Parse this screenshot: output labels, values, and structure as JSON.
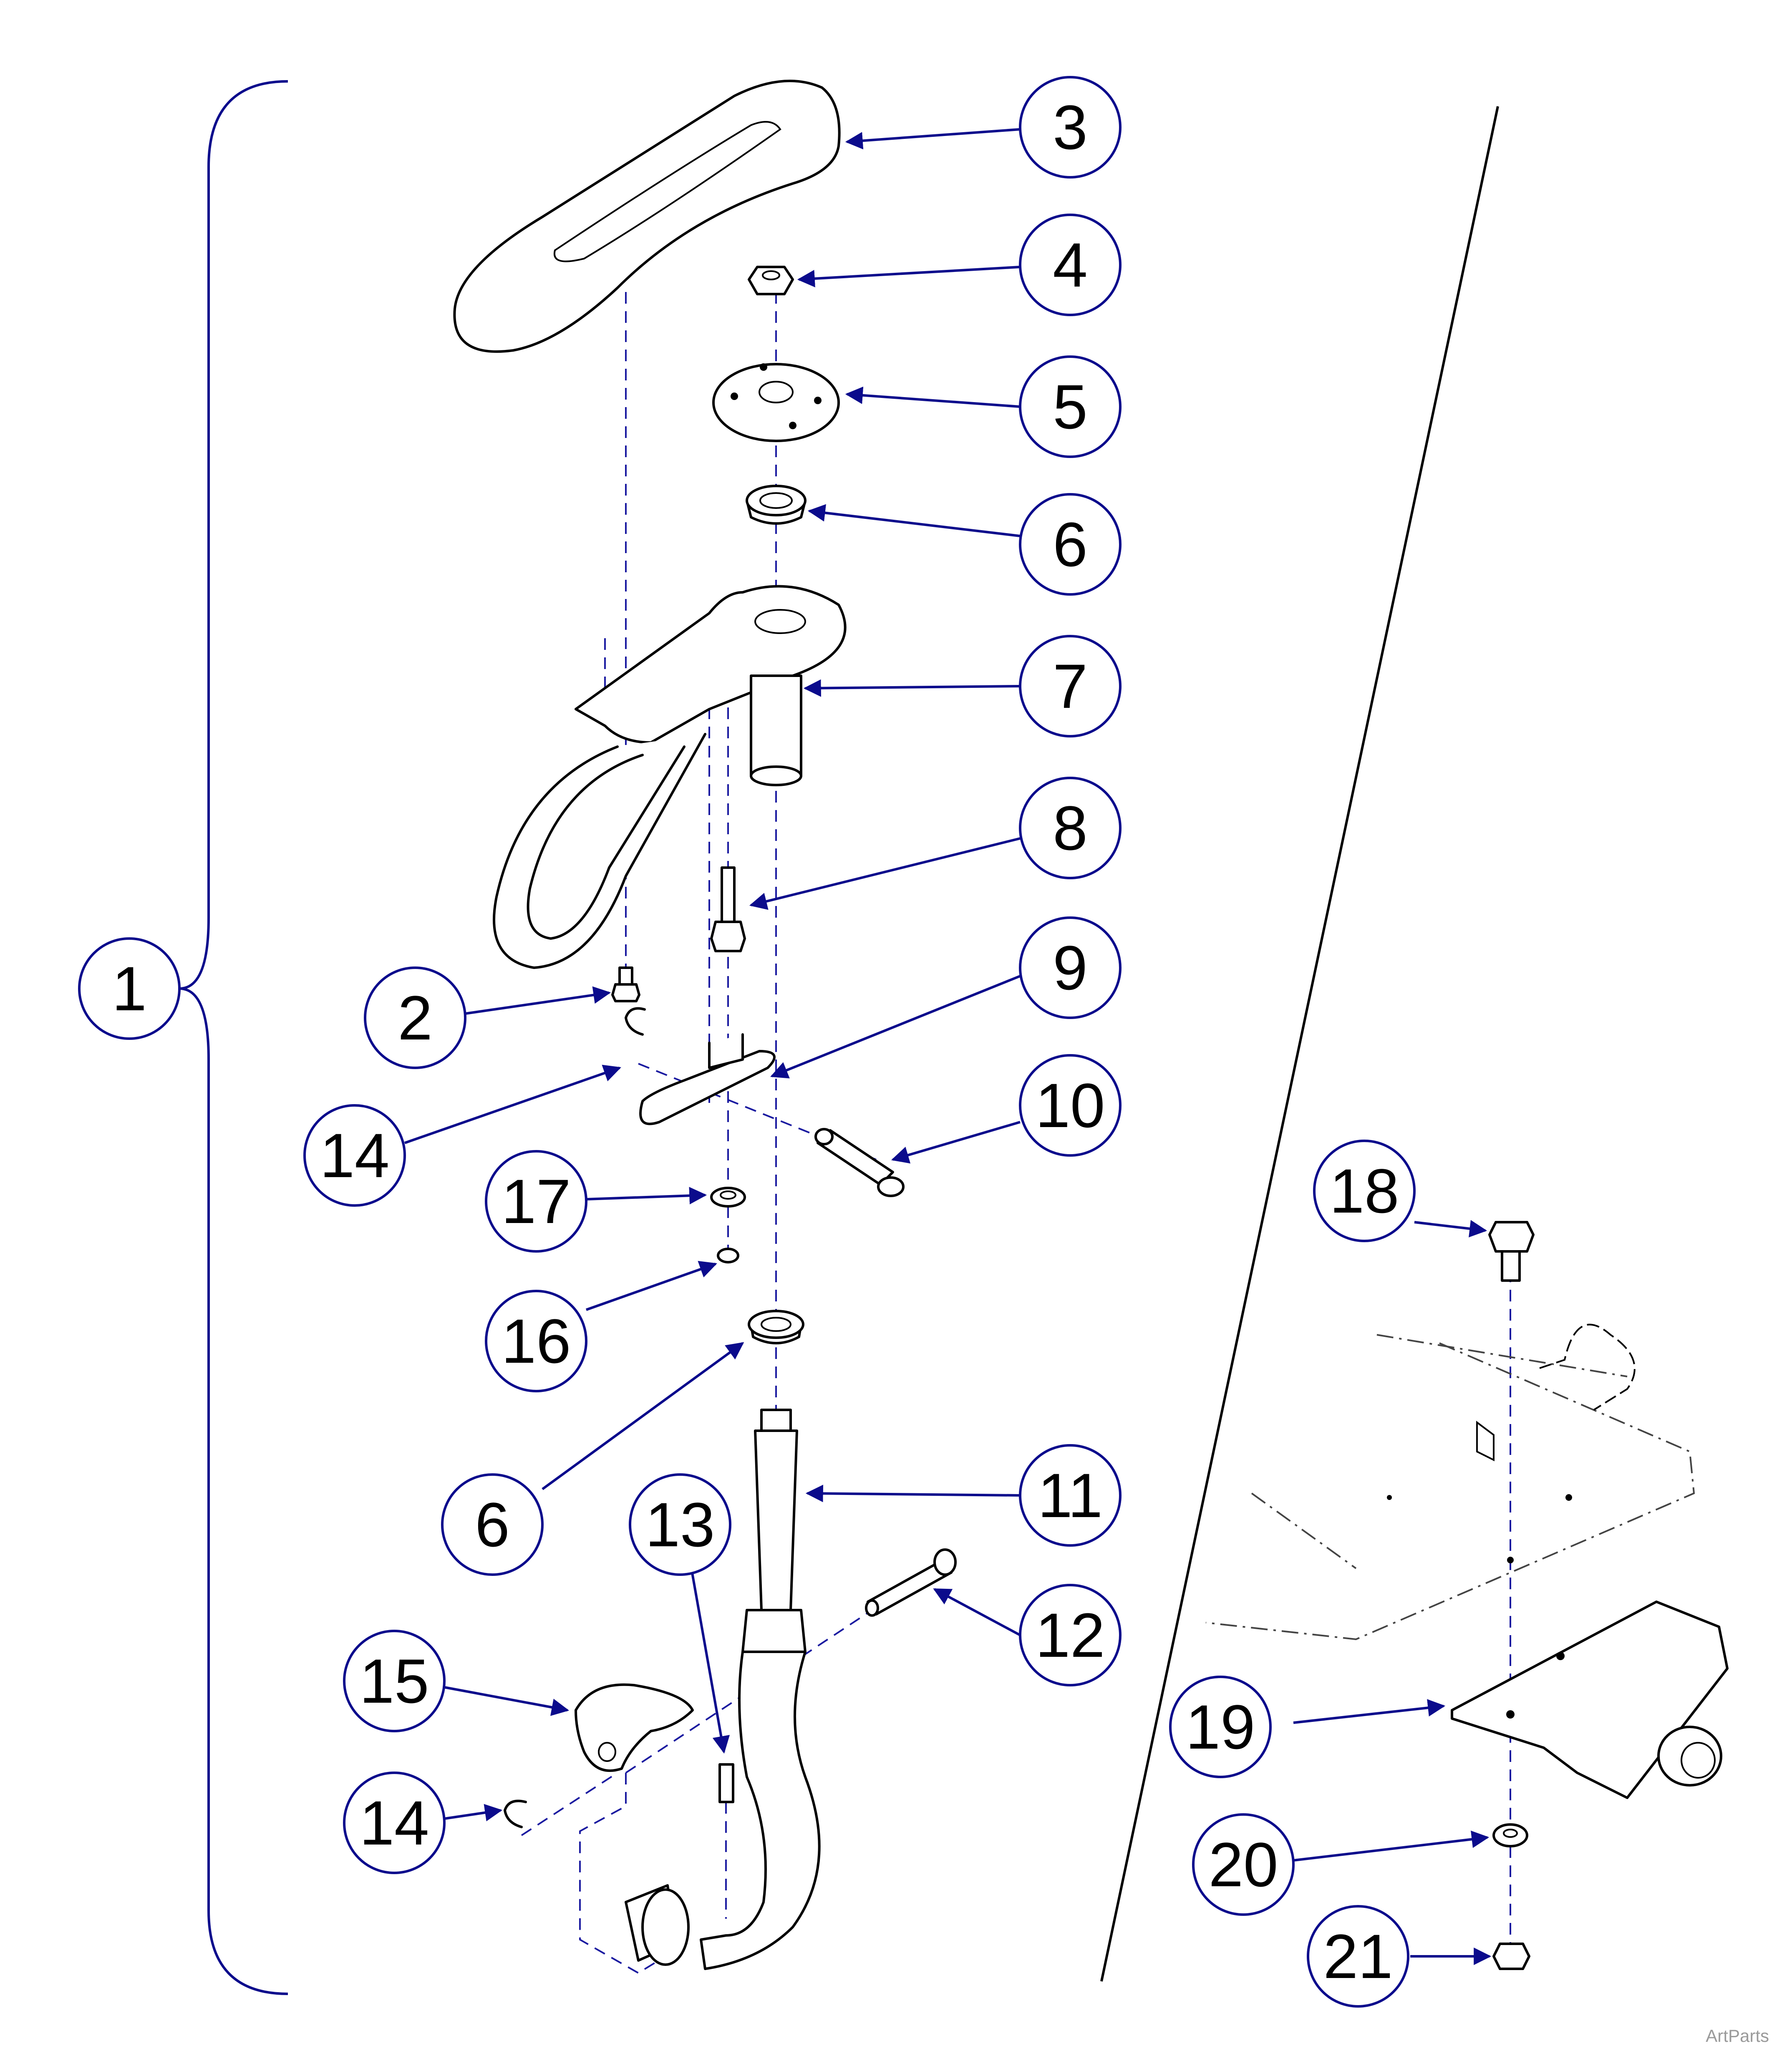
{
  "callouts": [
    "1",
    "2",
    "3",
    "4",
    "5",
    "6",
    "7",
    "8",
    "9",
    "10",
    "11",
    "12",
    "13",
    "14",
    "15",
    "16",
    "17",
    "18",
    "19",
    "20",
    "21"
  ],
  "repeat_callouts": {
    "6b": "6",
    "14b": "14"
  },
  "colors": {
    "callout_stroke": "#0b0b8c",
    "line": "#000000",
    "dash": "#1a1aa0"
  },
  "watermark": "ArtParts"
}
